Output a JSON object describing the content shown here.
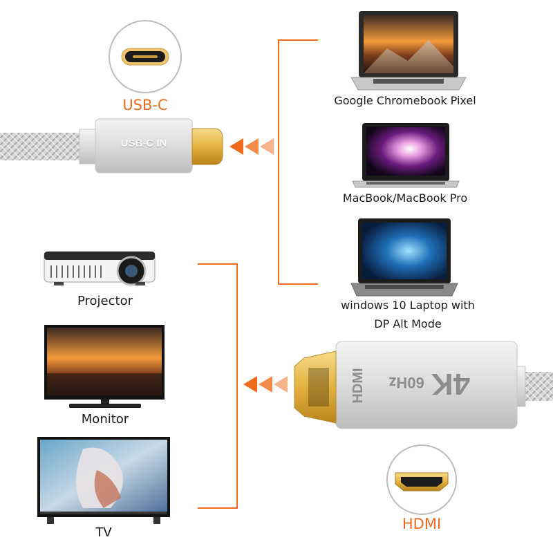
{
  "usb_c": {
    "port_label": "USB-C",
    "cable_label": "USB-C IN"
  },
  "hdmi": {
    "port_label": "HDMI",
    "brand_text": "HDMI",
    "res_text": "4K",
    "rate_text": "60Hz"
  },
  "sources": [
    {
      "label": "Google Chromebook Pixel"
    },
    {
      "label": "MacBook/MacBook Pro"
    },
    {
      "label_line1": "windows 10 Laptop with",
      "label_line2": "DP Alt Mode"
    }
  ],
  "displays": [
    {
      "label": "Projector"
    },
    {
      "label": "Monitor"
    },
    {
      "label": "TV"
    }
  ],
  "colors": {
    "accent": "#ef6a1e",
    "silver": "#d9d9d9",
    "gold": "#e8b84a"
  }
}
